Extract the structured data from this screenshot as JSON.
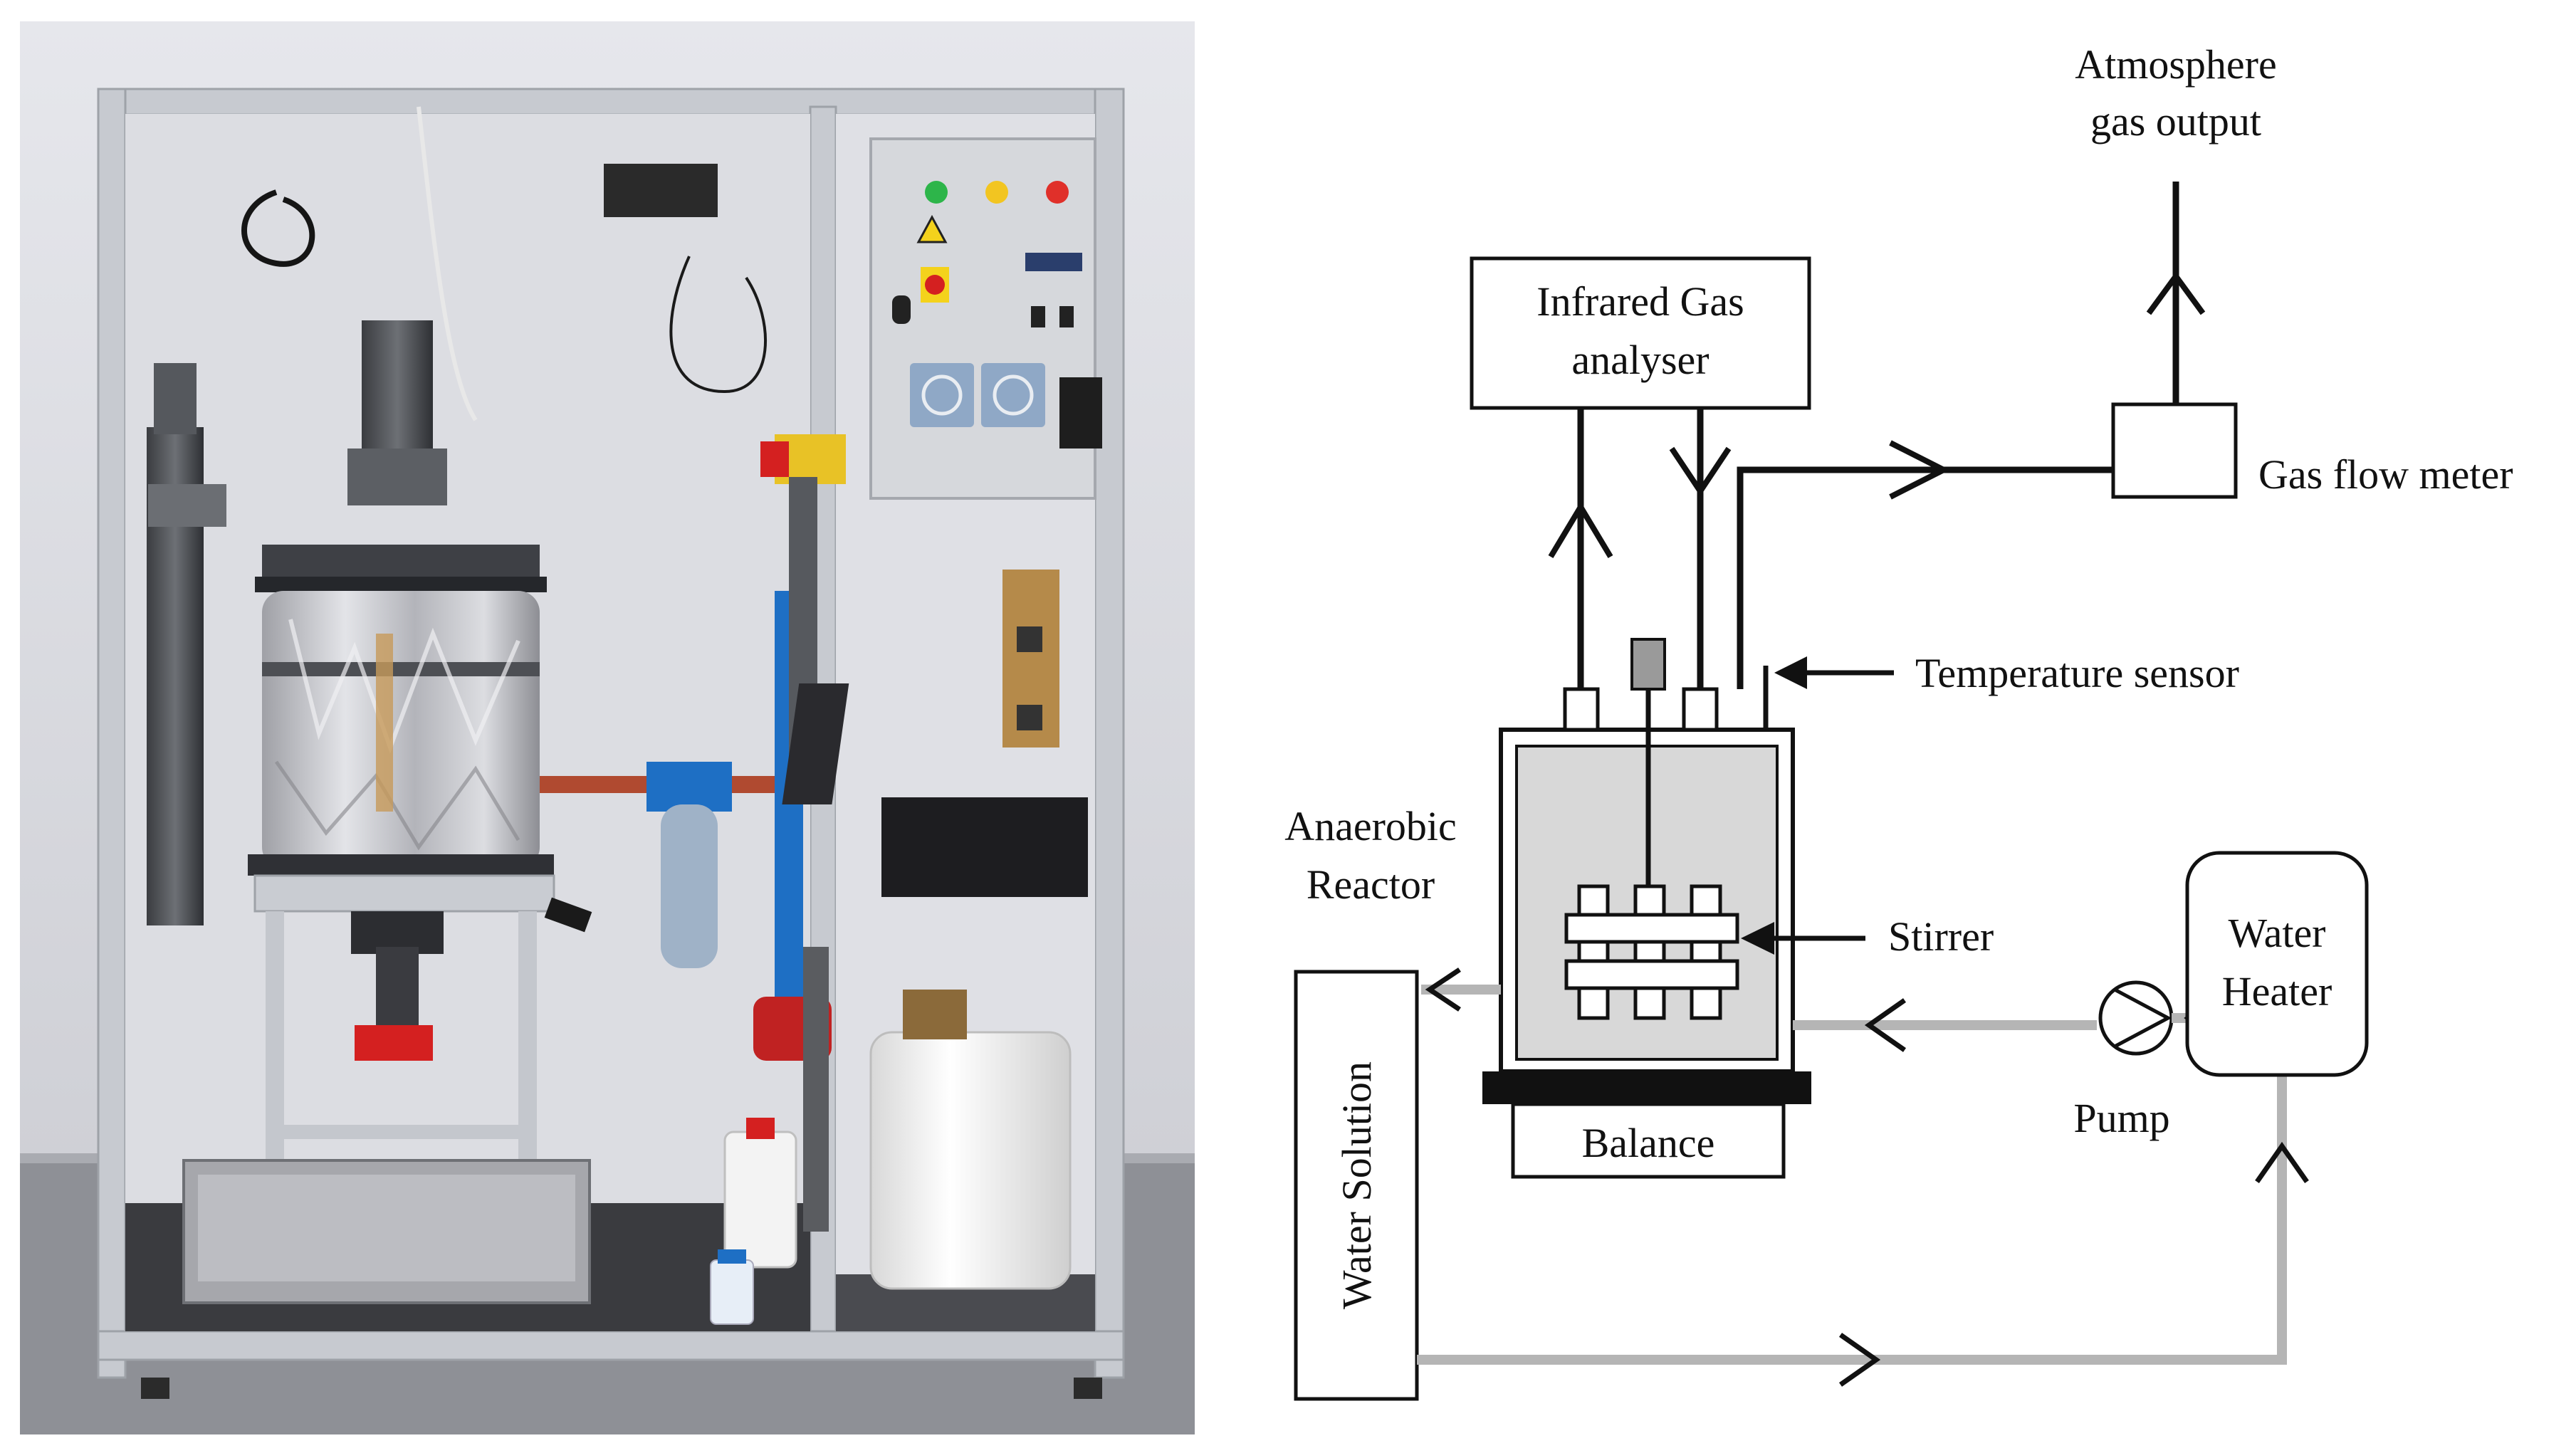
{
  "photo": {
    "colors": {
      "wall": "#dcdde3",
      "floor": "#8a8c92",
      "frame": "#c9ccd2",
      "insulation": "#c7c8cc",
      "control_panel": "#d6d8dc",
      "tank": "#f4f4f4",
      "red_accent": "#d42020",
      "blue_accent": "#1e6fc4"
    }
  },
  "diagram": {
    "labels": {
      "atmosphere_line1": "Atmosphere",
      "atmosphere_line2": "gas output",
      "infrared_line1": "Infrared Gas",
      "infrared_line2": "analyser",
      "gas_flow_meter": "Gas flow meter",
      "temperature_sensor": "Temperature sensor",
      "anaerobic_line1": "Anaerobic",
      "anaerobic_line2": "Reactor",
      "stirrer": "Stirrer",
      "water_heater_line1": "Water",
      "water_heater_line2": "Heater",
      "pump": "Pump",
      "balance": "Balance",
      "water_solution": "Water Solution"
    },
    "colors": {
      "line": "#111111",
      "water_line": "#b5b5b5",
      "reactor_fill": "#d8d8d8",
      "stirrer_motor": "#9a9a9a",
      "base_plate": "#111111"
    }
  }
}
